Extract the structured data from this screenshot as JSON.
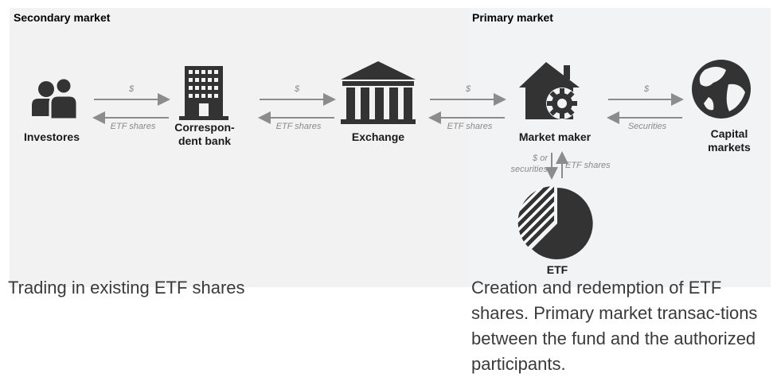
{
  "panels": {
    "secondary_title": "Secondary market",
    "primary_title": "Primary market"
  },
  "nodes": {
    "investors": "Investores",
    "bank": "Correspon-\ndent bank",
    "exchange": "Exchange",
    "market_maker": "Market maker",
    "capital_markets": "Capital\nmarkets",
    "etf": "ETF"
  },
  "flows": {
    "inv_bank_top": "$",
    "inv_bank_bottom": "ETF shares",
    "bank_exch_top": "$",
    "bank_exch_bottom": "ETF shares",
    "exch_mm_top": "$",
    "exch_mm_bottom": "ETF shares",
    "mm_cap_top": "$",
    "mm_cap_bottom": "Securities",
    "mm_etf_down": "$ or\nsecurities",
    "mm_etf_up": "ETF shares"
  },
  "captions": {
    "secondary": "Trading in existing ETF shares",
    "primary": "Creation and redemption of ETF shares. Primary market transac-tions between the fund and the authorized participants."
  },
  "colors": {
    "icon": "#333333",
    "arrow": "#8c8c8c"
  },
  "icons": [
    "users-icon",
    "building-icon",
    "bank-icon",
    "house-gear-icon",
    "globe-icon",
    "pie-chart-icon"
  ]
}
